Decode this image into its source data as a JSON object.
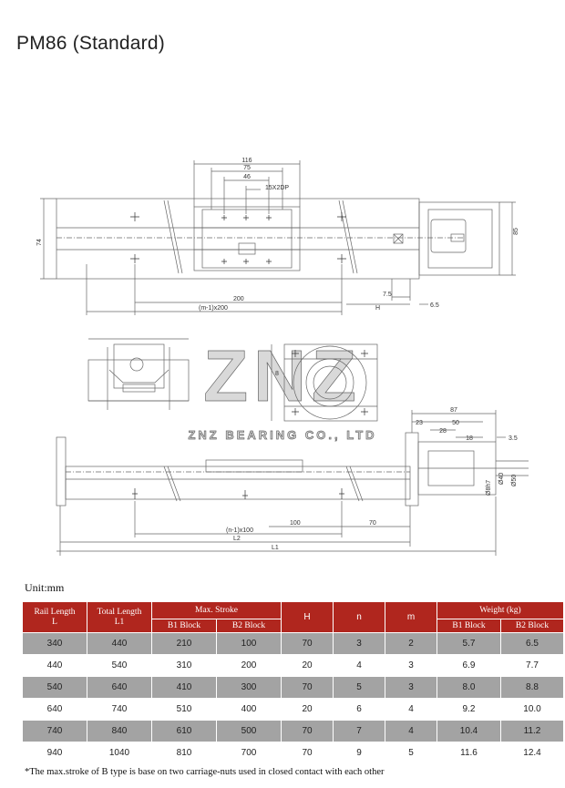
{
  "title": "PM86 (Standard)",
  "watermark": {
    "logo": "ZNZ",
    "text": "ZNZ BEARING CO., LTD"
  },
  "drawing": {
    "top_view": {
      "d116": "116",
      "d75": "75",
      "d46": "46",
      "hole": "15X2DP",
      "d74": "74",
      "d85": "85",
      "d7_5": "7.5",
      "dH": "H",
      "d6_5": "6.5",
      "d200": "200",
      "dm200": "(m-1)x200"
    },
    "end_view": {
      "d8": "8"
    },
    "side_view": {
      "d87": "87",
      "d23": "23",
      "d50": "50",
      "d28": "28",
      "d18": "18",
      "d3_5": "3.5",
      "d40": "Ø40",
      "d50h": "Ø50",
      "d8h7": "Ø8h7",
      "d100a": "100",
      "d70": "70",
      "dn100": "(n-1)x100",
      "dL2": "L2",
      "dL1": "L1"
    }
  },
  "unit_label": "Unit:mm",
  "table": {
    "headers": {
      "rail_length": [
        "Rail Length",
        "L"
      ],
      "total_length": [
        "Total Length",
        "L1"
      ],
      "max_stroke": "Max. Stroke",
      "b1_block": "B1 Block",
      "b2_block": "B2 Block",
      "h": "H",
      "n": "n",
      "m": "m",
      "weight": "Weight (kg)"
    },
    "rows": [
      [
        "340",
        "440",
        "210",
        "100",
        "70",
        "3",
        "2",
        "5.7",
        "6.5"
      ],
      [
        "440",
        "540",
        "310",
        "200",
        "20",
        "4",
        "3",
        "6.9",
        "7.7"
      ],
      [
        "540",
        "640",
        "410",
        "300",
        "70",
        "5",
        "3",
        "8.0",
        "8.8"
      ],
      [
        "640",
        "740",
        "510",
        "400",
        "20",
        "6",
        "4",
        "9.2",
        "10.0"
      ],
      [
        "740",
        "840",
        "610",
        "500",
        "70",
        "7",
        "4",
        "10.4",
        "11.2"
      ],
      [
        "940",
        "1040",
        "810",
        "700",
        "70",
        "9",
        "5",
        "11.6",
        "12.4"
      ]
    ]
  },
  "footnote": "*The max.stroke of B type is base on two carriage-nuts used in closed contact with each other",
  "colors": {
    "header_red": "#b0261e",
    "row_gray": "#a3a3a3",
    "line": "#555555"
  }
}
